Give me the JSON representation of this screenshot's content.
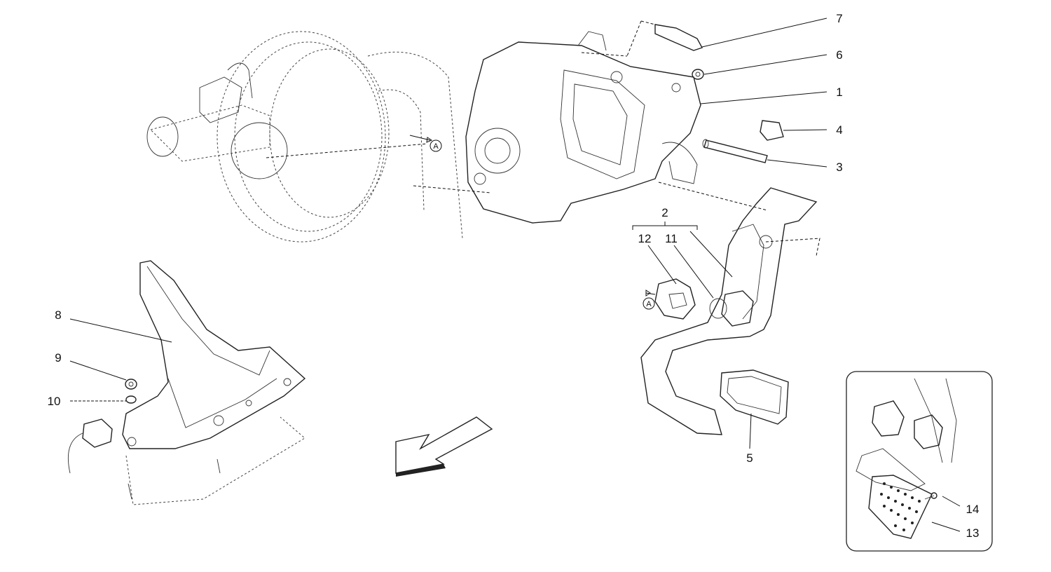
{
  "callouts": {
    "c1": "1",
    "c2": "2",
    "c3": "3",
    "c4": "4",
    "c5": "5",
    "c6": "6",
    "c7": "7",
    "c8": "8",
    "c9": "9",
    "c10": "10",
    "c11": "11",
    "c12": "12",
    "c13": "13",
    "c14": "14"
  },
  "markers": {
    "ref_a_top": "A",
    "ref_a_bottom": "A"
  },
  "icons": {
    "direction": "direction-arrow-icon"
  }
}
